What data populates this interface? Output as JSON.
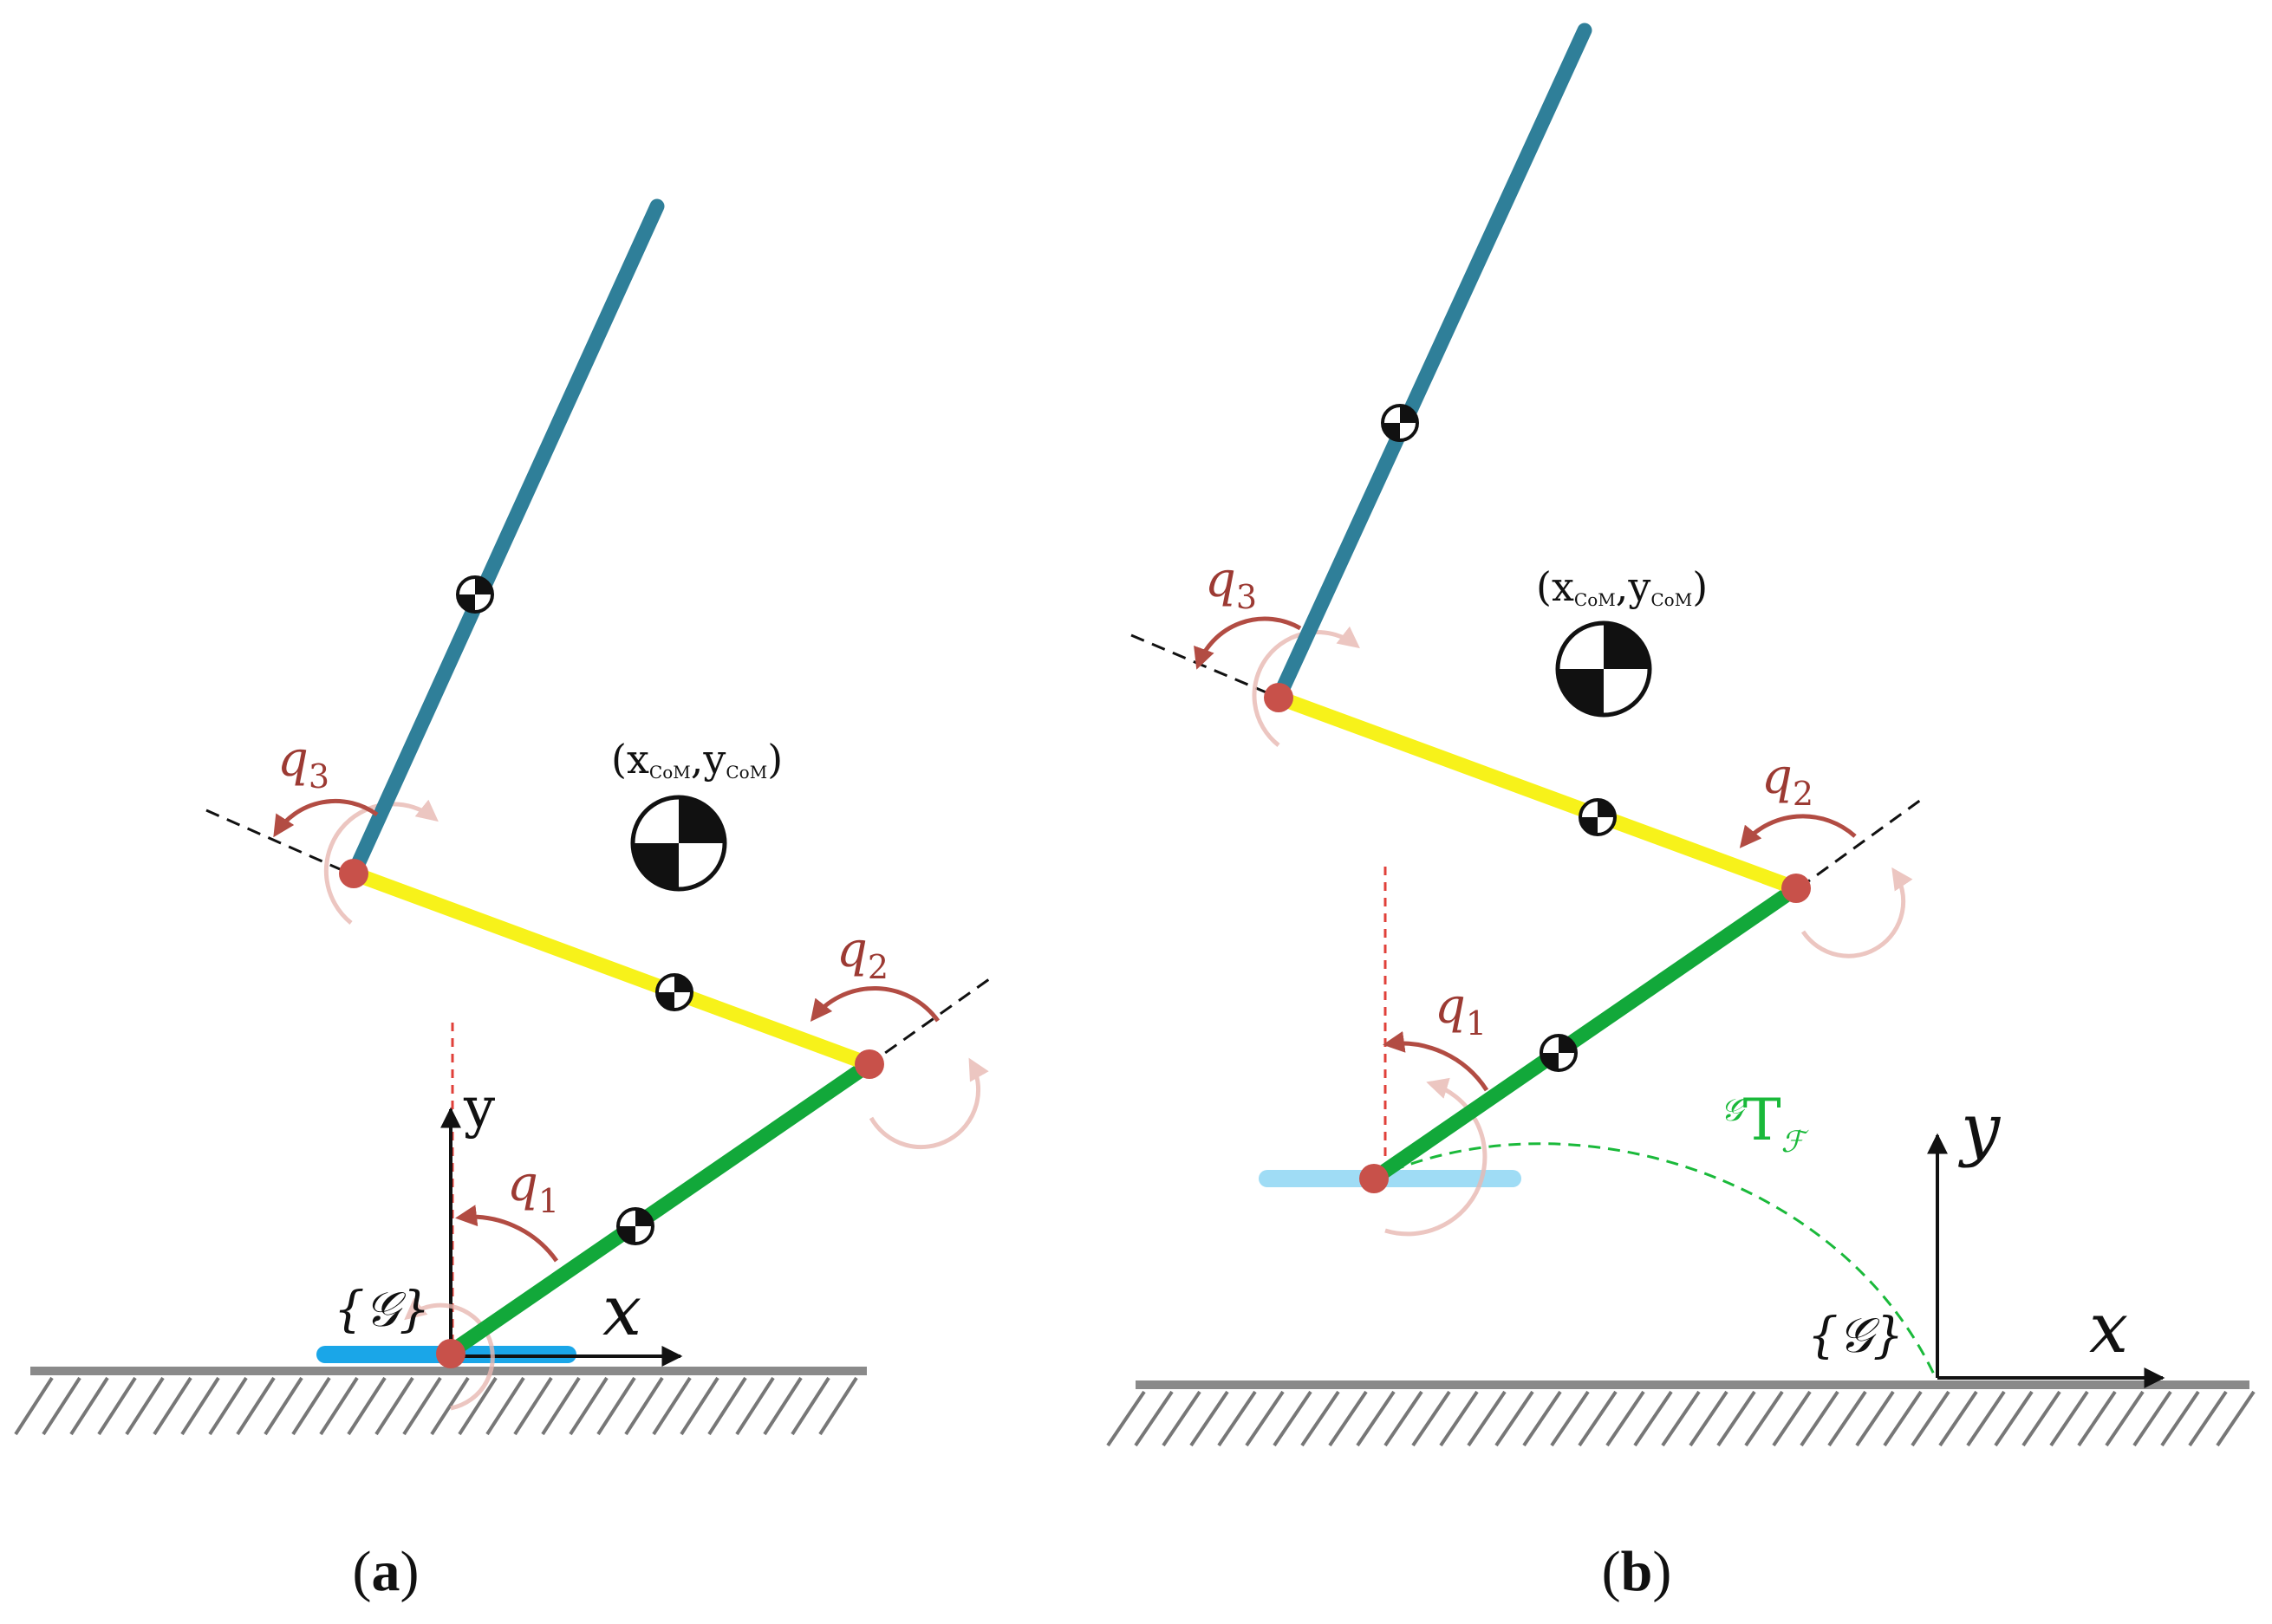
{
  "colors": {
    "torso": "#2f7f99",
    "thigh": "#f7f21a",
    "shank": "#12a83a",
    "foot": "#1aa6e8",
    "foot_faded": "#9fdcf5",
    "joint": "#c8514a",
    "arrow": "#b24c43",
    "trajectory": "#1ab93a",
    "ground": "#8a8a8a",
    "dashed": "#111111",
    "vertical_ref": "#e0403a"
  },
  "icons": [
    "center-of-mass-icon",
    "joint-icon",
    "rotation-arrow-icon",
    "ground-hatching-icon"
  ],
  "panel_a": {
    "caption_open": "(",
    "caption_letter": "a",
    "caption_close": ")",
    "q1": "q",
    "q1_sub": "1",
    "q2": "q",
    "q2_sub": "2",
    "q3": "q",
    "q3_sub": "3",
    "com_label": {
      "open": "(",
      "x": "x",
      "x_sub": "CoM",
      "comma": ",",
      "y": "y",
      "y_sub": "CoM",
      "close": ")"
    },
    "axis_x": "x",
    "axis_y": "y",
    "frame_label": "{𝒢}"
  },
  "panel_b": {
    "caption_open": "(",
    "caption_letter": "b",
    "caption_close": ")",
    "q1": "q",
    "q1_sub": "1",
    "q2": "q",
    "q2_sub": "2",
    "q3": "q",
    "q3_sub": "3",
    "com_label": {
      "open": "(",
      "x": "x",
      "x_sub": "CoM",
      "comma": ",",
      "y": "y",
      "y_sub": "CoM",
      "close": ")"
    },
    "axis_x": "x",
    "axis_y": "y",
    "frame_label": "{𝒢}",
    "transform_sup": "𝒢",
    "transform_main": "T",
    "transform_sub": "ℱ"
  }
}
